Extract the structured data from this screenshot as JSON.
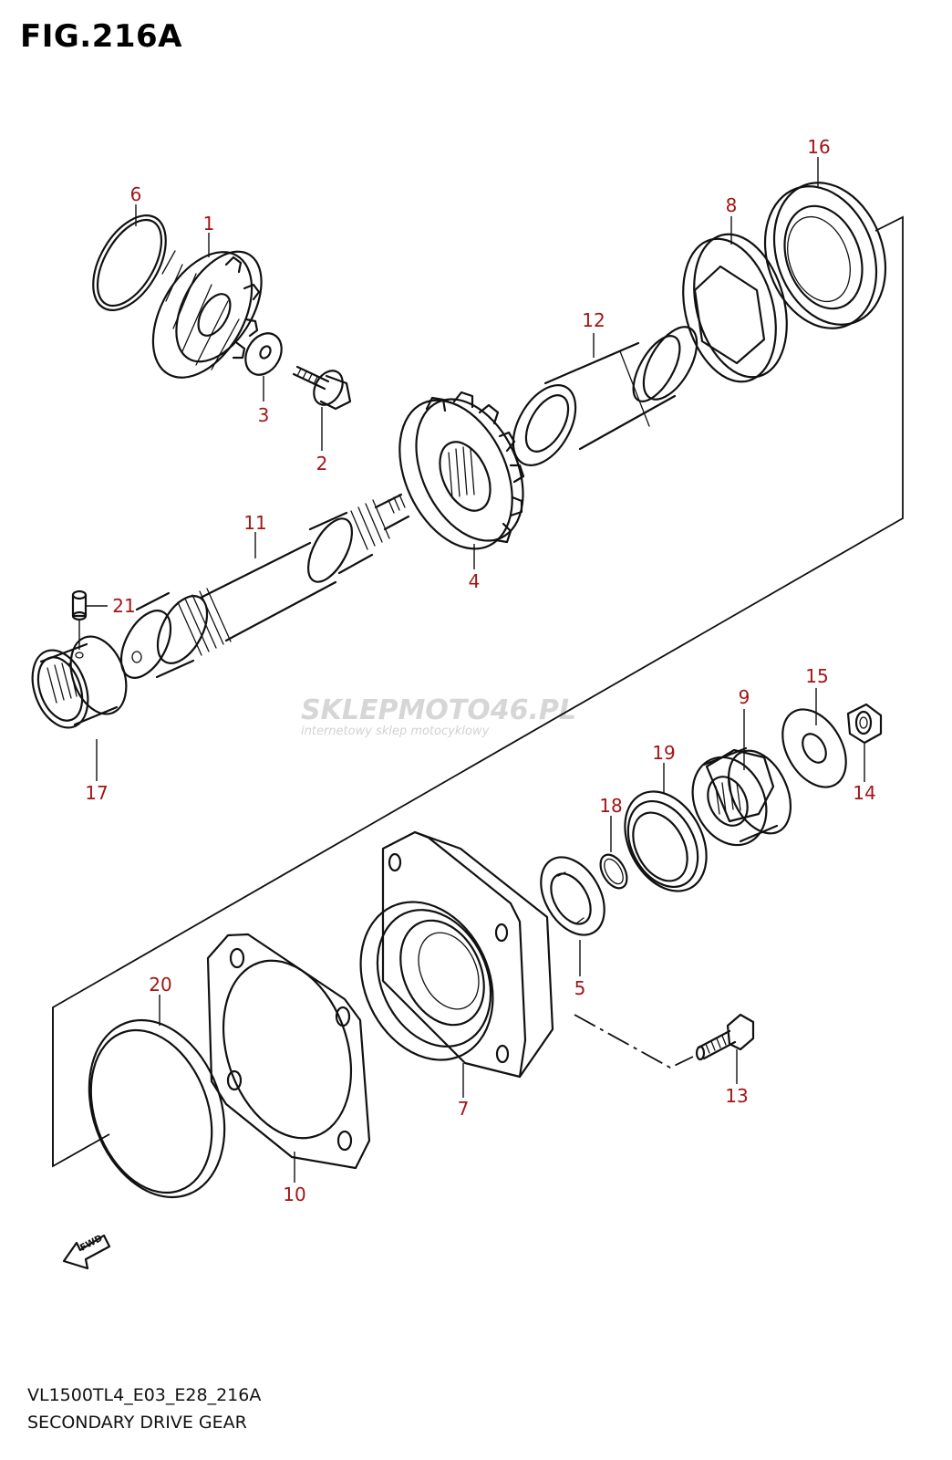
{
  "figure": {
    "title": "FIG.216A",
    "model_code": "VL1500TL4_E03_E28_216A",
    "name": "SECONDARY DRIVE GEAR"
  },
  "colors": {
    "callout": "#a31515",
    "line": "#111111",
    "watermark": "#d6d6d6"
  },
  "watermark": {
    "brand": "SKLEPMOTO46.PL",
    "tagline": "internetowy sklep motocyklowy"
  },
  "fwd_label": "FWD",
  "parts": [
    {
      "ref": "1",
      "name": "bevel-gear",
      "icon": "bevel-gear-icon"
    },
    {
      "ref": "2",
      "name": "bolt",
      "icon": "bolt-icon"
    },
    {
      "ref": "3",
      "name": "washer",
      "icon": "washer-icon"
    },
    {
      "ref": "4",
      "name": "bevel-gear",
      "icon": "bevel-gear-icon"
    },
    {
      "ref": "5",
      "name": "oil-seal",
      "icon": "seal-icon"
    },
    {
      "ref": "6",
      "name": "o-ring",
      "icon": "o-ring-icon"
    },
    {
      "ref": "7",
      "name": "bearing-housing",
      "icon": "housing-icon"
    },
    {
      "ref": "8",
      "name": "hex-retainer",
      "icon": "hex-nut-icon"
    },
    {
      "ref": "9",
      "name": "coupling",
      "icon": "coupling-icon"
    },
    {
      "ref": "10",
      "name": "gasket",
      "icon": "gasket-icon"
    },
    {
      "ref": "11",
      "name": "shaft",
      "icon": "shaft-icon"
    },
    {
      "ref": "12",
      "name": "spacer",
      "icon": "spacer-icon"
    },
    {
      "ref": "13",
      "name": "bolt",
      "icon": "bolt-icon"
    },
    {
      "ref": "14",
      "name": "nut",
      "icon": "nut-icon"
    },
    {
      "ref": "15",
      "name": "washer",
      "icon": "washer-icon"
    },
    {
      "ref": "16",
      "name": "bearing",
      "icon": "bearing-icon"
    },
    {
      "ref": "17",
      "name": "needle-bearing",
      "icon": "needle-bearing-icon"
    },
    {
      "ref": "18",
      "name": "o-ring",
      "icon": "o-ring-icon"
    },
    {
      "ref": "19",
      "name": "bearing",
      "icon": "bearing-icon"
    },
    {
      "ref": "20",
      "name": "o-ring",
      "icon": "o-ring-icon"
    },
    {
      "ref": "21",
      "name": "dowel-pin",
      "icon": "pin-icon"
    }
  ]
}
